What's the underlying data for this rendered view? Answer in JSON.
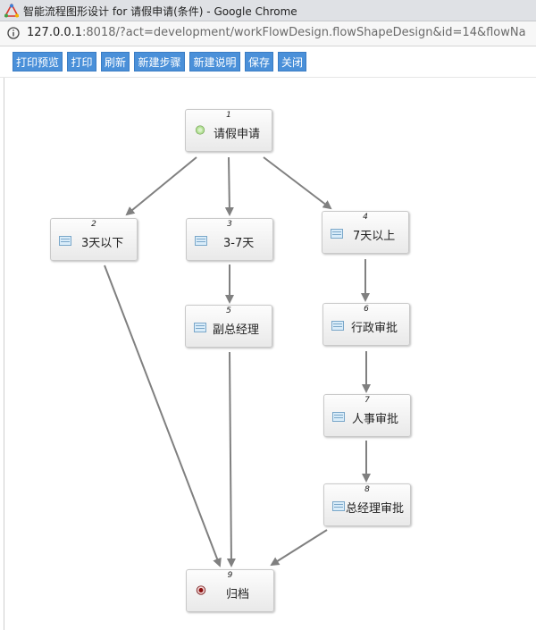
{
  "window": {
    "title": "智能流程图形设计 for 请假申请(条件) - Google Chrome"
  },
  "address": {
    "host": "127.0.0.1",
    "rest": ":8018/?act=development/workFlowDesign.flowShapeDesign&id=14&flowNa"
  },
  "toolbar": {
    "buttons": [
      "打印预览",
      "打印",
      "刷新",
      "新建步骤",
      "新建说明",
      "保存",
      "关闭"
    ]
  },
  "flow": {
    "steps": [
      {
        "num": "1",
        "label": "请假申请",
        "type": "start"
      },
      {
        "num": "2",
        "label": "3天以下",
        "type": "step"
      },
      {
        "num": "3",
        "label": "3-7天",
        "type": "step"
      },
      {
        "num": "4",
        "label": "7天以上",
        "type": "step"
      },
      {
        "num": "5",
        "label": "副总经理",
        "type": "step"
      },
      {
        "num": "6",
        "label": "行政审批",
        "type": "step"
      },
      {
        "num": "7",
        "label": "人事审批",
        "type": "step"
      },
      {
        "num": "8",
        "label": "总经理审批",
        "type": "step"
      },
      {
        "num": "9",
        "label": "归档",
        "type": "end"
      }
    ],
    "links": [
      {
        "from": "1",
        "to": "2"
      },
      {
        "from": "1",
        "to": "3"
      },
      {
        "from": "1",
        "to": "4"
      },
      {
        "from": "3",
        "to": "5"
      },
      {
        "from": "4",
        "to": "6"
      },
      {
        "from": "6",
        "to": "7"
      },
      {
        "from": "7",
        "to": "8"
      },
      {
        "from": "2",
        "to": "9"
      },
      {
        "from": "5",
        "to": "9"
      },
      {
        "from": "8",
        "to": "9"
      }
    ]
  },
  "colors": {
    "button": "#4a90d9",
    "link": "#808080"
  }
}
